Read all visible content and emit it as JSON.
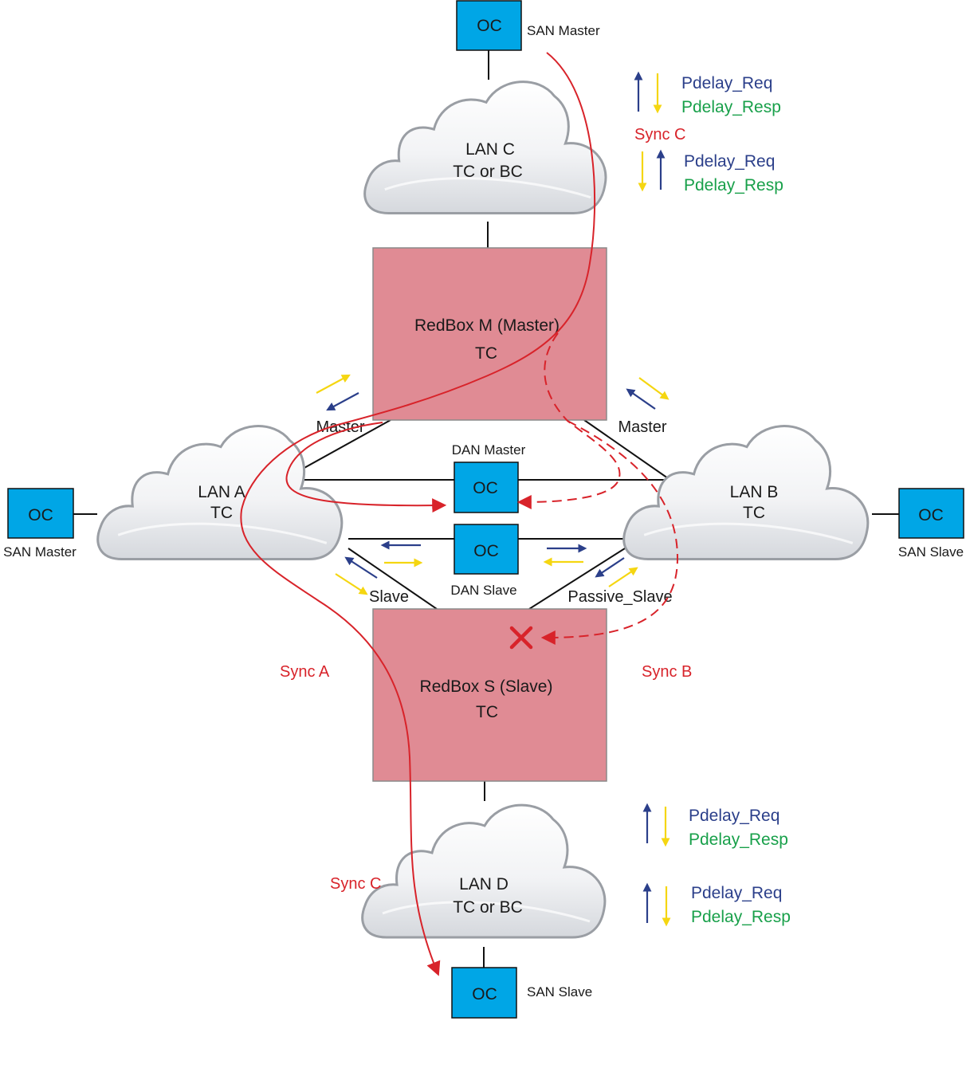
{
  "colors": {
    "oc_fill": "#00a6e6",
    "redbox_fill": "#e08b94",
    "cloud_stroke": "#9a9ea4",
    "sync_red": "#d8232a",
    "pdelay_req_blue": "#2b3f8a",
    "pdelay_resp_green": "#18a04a",
    "arrow_yellow": "#f5d611",
    "link_black": "#111111"
  },
  "nodes": {
    "oc_top": {
      "label": "OC",
      "caption": "SAN Master"
    },
    "oc_left": {
      "label": "OC",
      "caption": "SAN Master"
    },
    "oc_right": {
      "label": "OC",
      "caption": "SAN Slave"
    },
    "oc_bottom": {
      "label": "OC",
      "caption": "SAN Slave"
    },
    "oc_dan_master": {
      "label": "OC",
      "caption": "DAN Master"
    },
    "oc_dan_slave": {
      "label": "OC",
      "caption": "DAN Slave"
    }
  },
  "clouds": {
    "lan_c": {
      "line1": "LAN C",
      "line2": "TC or BC"
    },
    "lan_a": {
      "line1": "LAN A",
      "line2": "TC"
    },
    "lan_b": {
      "line1": "LAN B",
      "line2": "TC"
    },
    "lan_d": {
      "line1": "LAN D",
      "line2": "TC or BC"
    }
  },
  "redboxes": {
    "master": {
      "line1": "RedBox M (Master)",
      "line2": "TC"
    },
    "slave": {
      "line1": "RedBox S (Slave)",
      "line2": "TC"
    }
  },
  "port_labels": {
    "master_left": "Master",
    "master_right": "Master",
    "slave_left": "Slave",
    "slave_right": "Passive_Slave"
  },
  "sync_labels": {
    "sync_c_top": "Sync C",
    "sync_a": "Sync A",
    "sync_b": "Sync B",
    "sync_c_bottom": "Sync C"
  },
  "pdelay_legends": [
    {
      "req": "Pdelay_Req",
      "resp": "Pdelay_Resp"
    },
    {
      "req": "Pdelay_Req",
      "resp": "Pdelay_Resp"
    },
    {
      "req": "Pdelay_Req",
      "resp": "Pdelay_Resp"
    },
    {
      "req": "Pdelay_Req",
      "resp": "Pdelay_Resp"
    }
  ],
  "icons": {
    "blocked": "x-mark-icon",
    "cloud": "cloud-icon",
    "arrow": "arrow-icon"
  }
}
